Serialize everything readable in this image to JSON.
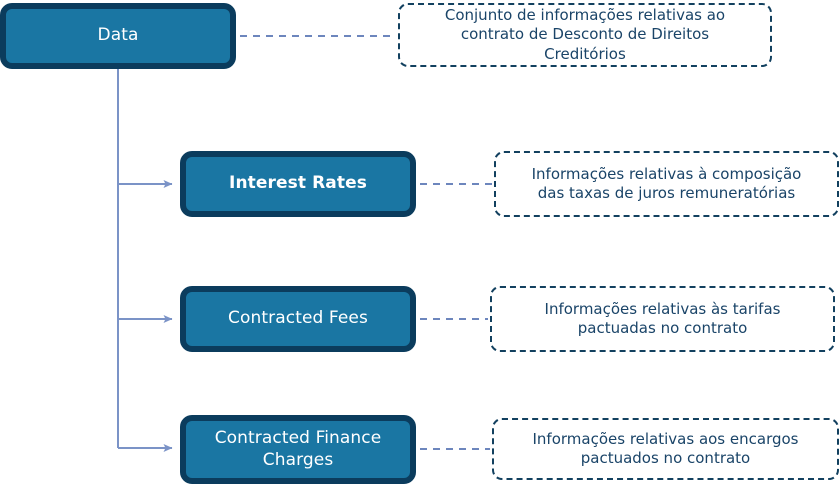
{
  "diagram": {
    "title": "Data decomposition diagram",
    "colors": {
      "node_fill": "#1a76a3",
      "node_border": "#0b3c5d",
      "note_border": "#12405f",
      "note_text": "#1a4468",
      "connector": "#7b93c7",
      "note_link": "#6d86bd",
      "background": "#ffffff",
      "node_label": "#ffffff"
    },
    "nodes": [
      {
        "id": "data",
        "label": "Data",
        "bold": false
      },
      {
        "id": "interest",
        "label": "Interest Rates",
        "bold": true
      },
      {
        "id": "fees",
        "label": "Contracted Fees",
        "bold": false
      },
      {
        "id": "charges",
        "label": "Contracted Finance\nCharges",
        "bold": false
      }
    ],
    "notes": [
      {
        "id": "note-data",
        "text": "Conjunto de informações relativas ao\ncontrato de Desconto de Direitos\nCreditórios"
      },
      {
        "id": "note-interest",
        "text": "Informações relativas à composição\ndas taxas de juros remuneratórias"
      },
      {
        "id": "note-fees",
        "text": "Informações relativas às tarifas\npactuadas no contrato"
      },
      {
        "id": "note-charges",
        "text": "Informações relativas aos encargos\npactuados no contrato"
      }
    ]
  }
}
